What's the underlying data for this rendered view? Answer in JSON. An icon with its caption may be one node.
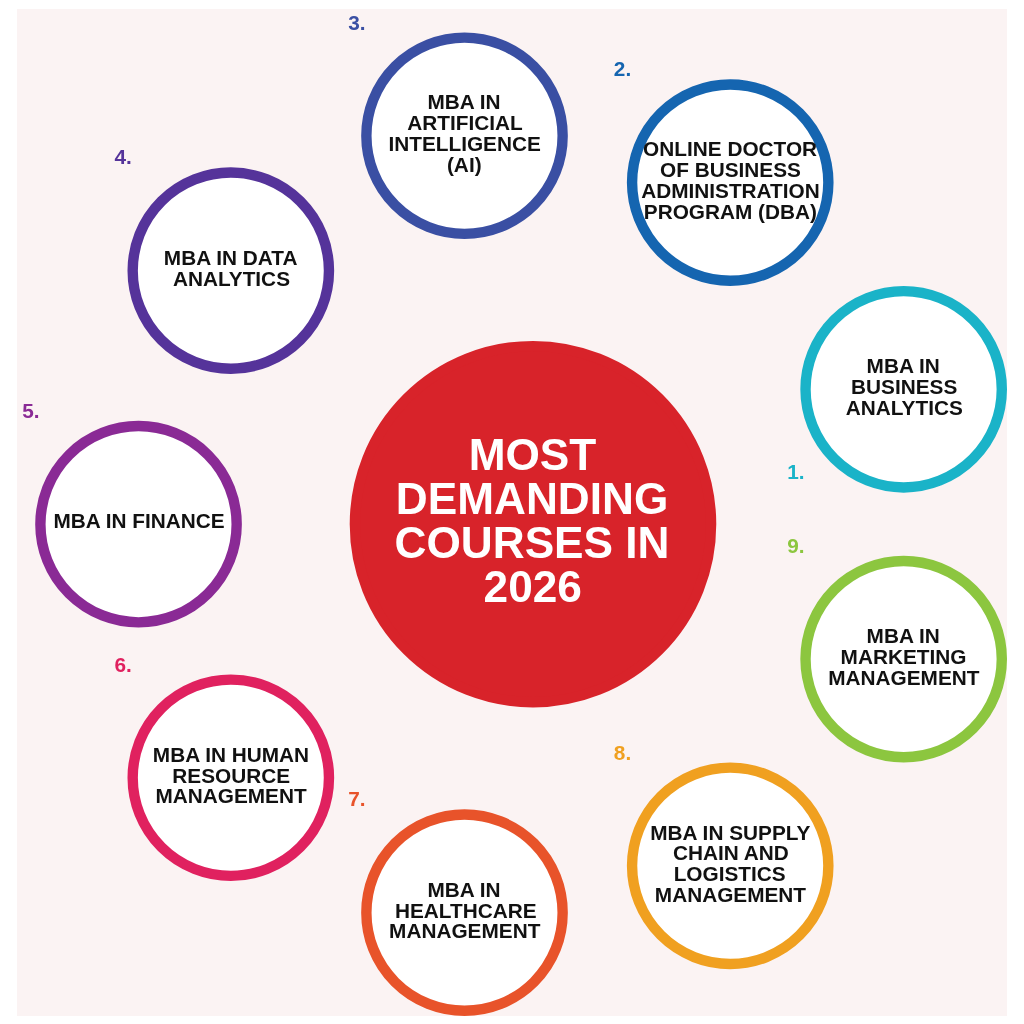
{
  "diagram": {
    "nodes": [
      {
        "text": [
          "MOST DEMANDING COURSES IN 2026"
        ]
      },
      {
        "text": [
          "MBA IN BUSINESS ANALYTICS"
        ],
        "beside": [
          "1."
        ]
      },
      {
        "text": [
          "ONLINE DOCTOR OF BUSINESS ADMINISTRATION PROGRAM (DBA)"
        ],
        "beside": [
          "2."
        ]
      },
      {
        "text": [
          "MBA IN ARTIFICIAL INTELLIGENCE (AI)"
        ],
        "beside": [
          "3."
        ]
      },
      {
        "text": [
          "MBA IN DATA ANALYTICS"
        ],
        "beside": [
          "4."
        ]
      },
      {
        "text": [
          "MBA IN FINANCE"
        ],
        "beside": [
          "5."
        ]
      },
      {
        "text": [
          "MBA IN HUMAN RESOURCE MANAGEMENT"
        ],
        "beside": [
          "6."
        ]
      },
      {
        "text": [
          "MBA IN HEALTHCARE MANAGEMENT"
        ],
        "beside": [
          "7."
        ]
      },
      {
        "text": [
          "MBA IN SUPPLY CHAIN AND LOGISTICS MANAGEMENT"
        ],
        "beside": [
          "8."
        ]
      },
      {
        "text": [
          "MBA IN MARKETING MANAGEMENT"
        ],
        "beside": [
          "9."
        ]
      }
    ]
  }
}
